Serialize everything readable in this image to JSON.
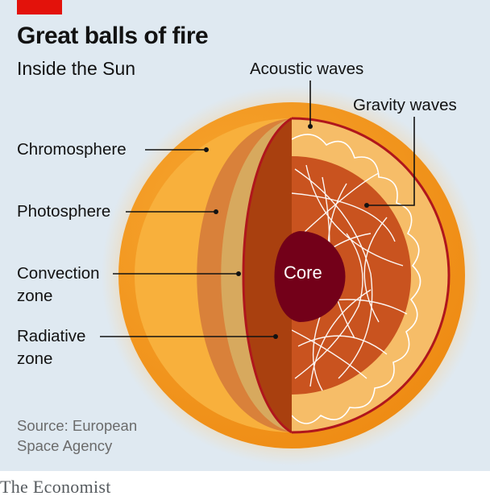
{
  "header": {
    "title": "Great balls of fire",
    "subtitle": "Inside the Sun"
  },
  "labels": {
    "chromosphere": "Chromosphere",
    "photosphere": "Photosphere",
    "convection_line1": "Convection",
    "convection_line2": "zone",
    "radiative_line1": "Radiative",
    "radiative_line2": "zone",
    "acoustic_waves": "Acoustic waves",
    "gravity_waves": "Gravity waves",
    "core": "Core"
  },
  "source": {
    "line1": "Source: European",
    "line2": "Space Agency"
  },
  "brand": "The Economist",
  "colors": {
    "background": "#dfe9f1",
    "brand_red": "#e3120b",
    "outer_shell": "#f39b1c",
    "chromosphere": "#f8b23e",
    "photosphere": "#d9813a",
    "convection_band": "#d8a960",
    "radiative_zone": "#a9400f",
    "radiative_interior": "#c9531f",
    "acoustic_layer": "#f6bd68",
    "core": "#730019",
    "red_line": "#b0161c"
  }
}
